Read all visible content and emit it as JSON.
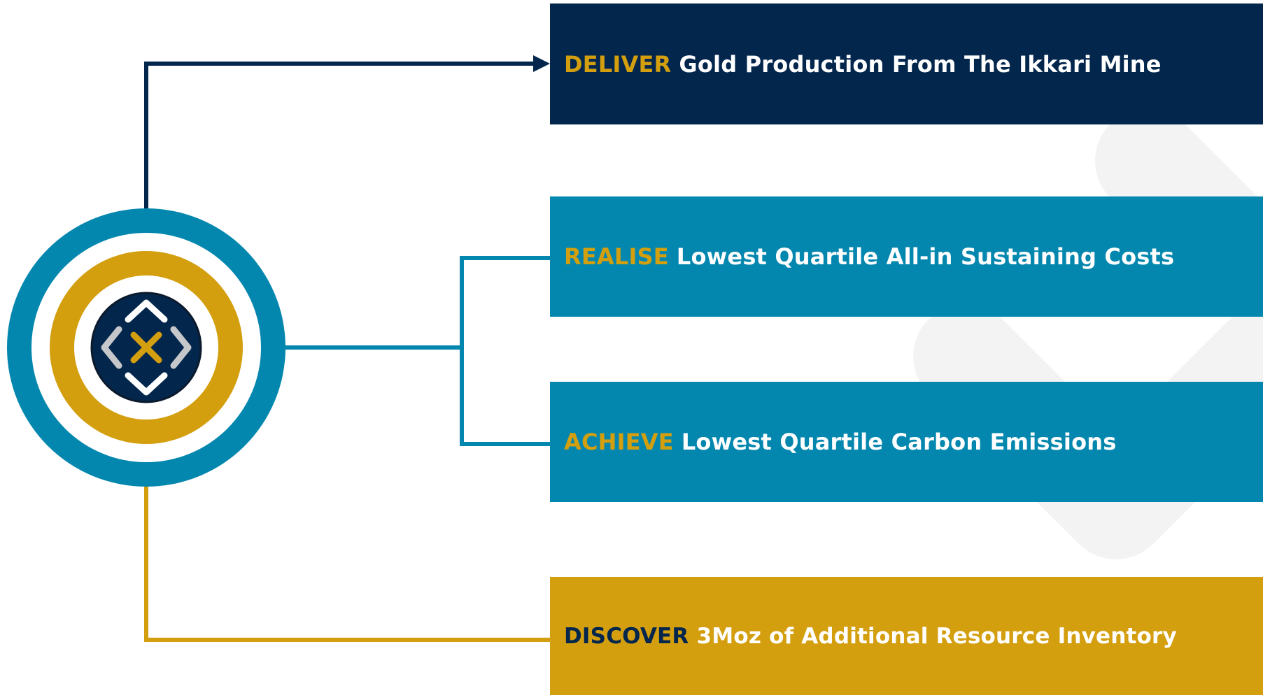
{
  "colors": {
    "navy": "#03264d",
    "teal": "#0487ae",
    "gold": "#d49f0e",
    "white": "#ffffff",
    "watermark": "#f3f3f3",
    "icon_grey": "#c5c7ca"
  },
  "hub": {
    "icon": "diamond-x-logo-icon"
  },
  "goals": [
    {
      "keyword": "DELIVER",
      "text": "Gold Production From The Ikkari Mine",
      "bar_color": "#03264d",
      "keyword_color": "#d49f0e",
      "text_color": "#ffffff"
    },
    {
      "keyword": "REALISE",
      "text": "Lowest Quartile All-in Sustaining Costs",
      "bar_color": "#0487ae",
      "keyword_color": "#d49f0e",
      "text_color": "#ffffff"
    },
    {
      "keyword": "ACHIEVE",
      "text": "Lowest Quartile Carbon Emissions",
      "bar_color": "#0487ae",
      "keyword_color": "#d49f0e",
      "text_color": "#ffffff"
    },
    {
      "keyword": "DISCOVER",
      "text": "3Moz of Additional Resource Inventory",
      "bar_color": "#d49f0e",
      "keyword_color": "#03264d",
      "text_color": "#ffffff"
    }
  ]
}
